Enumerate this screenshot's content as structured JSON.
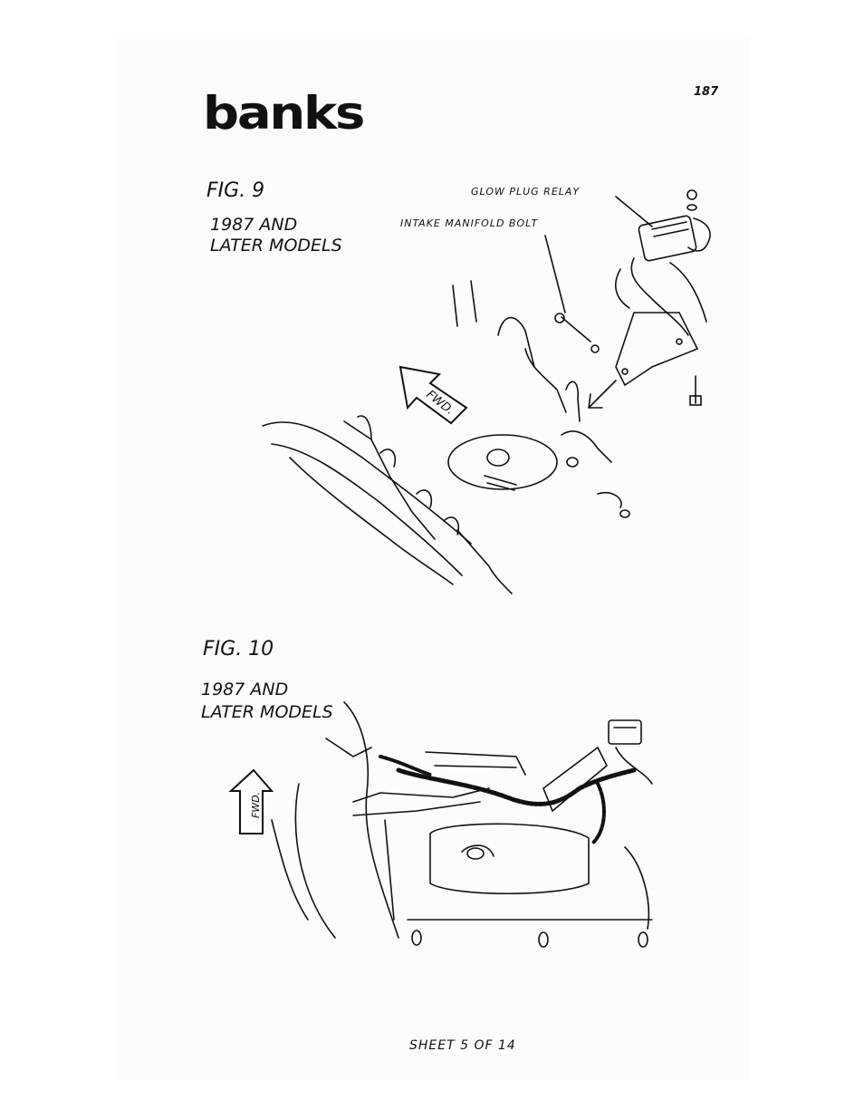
{
  "header": {
    "logo_text": "banks",
    "page_number": "187"
  },
  "fig9": {
    "title": "FIG. 9",
    "subtitle_line1": "1987 AND",
    "subtitle_line2": "LATER MODELS",
    "callout_relay": "GLOW PLUG RELAY",
    "callout_bolt": "INTAKE MANIFOLD BOLT",
    "arrow_label": "FWD."
  },
  "fig10": {
    "title": "FIG. 10",
    "subtitle_line1": "1987 AND",
    "subtitle_line2": "LATER MODELS",
    "arrow_label": "FWD."
  },
  "footer": {
    "sheet": "SHEET 5 OF 14"
  }
}
